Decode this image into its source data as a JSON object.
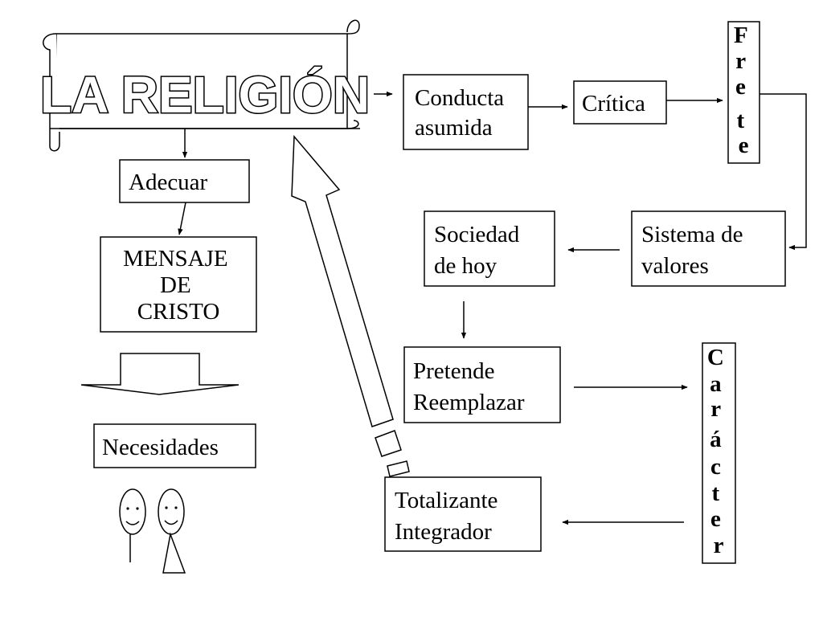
{
  "title": "LA RELIGIÓN",
  "nodes": {
    "conducta": [
      "Conducta",
      "asumida"
    ],
    "critica": [
      "Crítica"
    ],
    "adecuar": [
      "Adecuar"
    ],
    "mensaje": [
      "MENSAJE",
      "DE",
      "CRISTO"
    ],
    "sociedad": [
      "Sociedad",
      "de hoy"
    ],
    "sistema": [
      "Sistema de",
      "valores"
    ],
    "pretende": [
      "Pretende",
      "Reemplazar"
    ],
    "necesidades": [
      "Necesidades"
    ],
    "totalizante": [
      "Totalizante",
      "Integrador"
    ]
  },
  "vertical": {
    "frete": [
      "F",
      "r",
      "e",
      "t",
      "e"
    ],
    "caracter": [
      "C",
      "a",
      "r",
      "á",
      "c",
      "t",
      "e",
      "r"
    ]
  },
  "icons": [
    "scroll-banner",
    "hollow-down-arrow",
    "hollow-up-arrow",
    "stick-figure-man",
    "stick-figure-woman"
  ],
  "colors": {
    "line": "#000000",
    "background": "#ffffff"
  }
}
